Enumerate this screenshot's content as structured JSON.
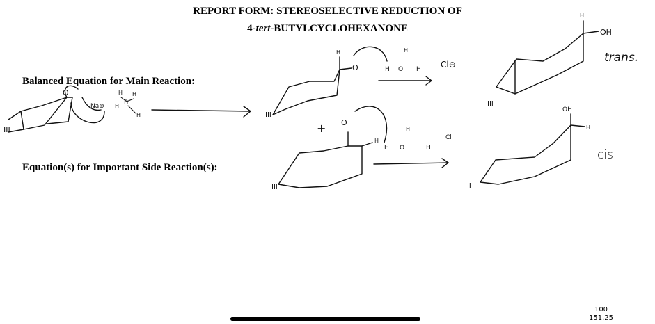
{
  "header": {
    "line1": "REPORT FORM: STEREOSELECTIVE REDUCTION OF",
    "line2_prefix": "4-",
    "line2_italic": "tert",
    "line2_suffix": "-BUTYLCYCLOHEXANONE"
  },
  "labels": {
    "main_reaction": "Balanced Equation for Main Reaction:",
    "side_reaction": "Equation(s) for Important Side Reaction(s):"
  },
  "annotations": {
    "trans": "trans.",
    "cis": "cis",
    "sodium": "Na⊕",
    "chloride_top": "Cl⊖",
    "chloride_bottom": "Cl⁻",
    "plus": "+",
    "hydrogen": "H",
    "boron": "B",
    "oxygen": "O",
    "hydroxyl": "OH",
    "scribble_num": "100",
    "scribble_den": "151.25"
  }
}
